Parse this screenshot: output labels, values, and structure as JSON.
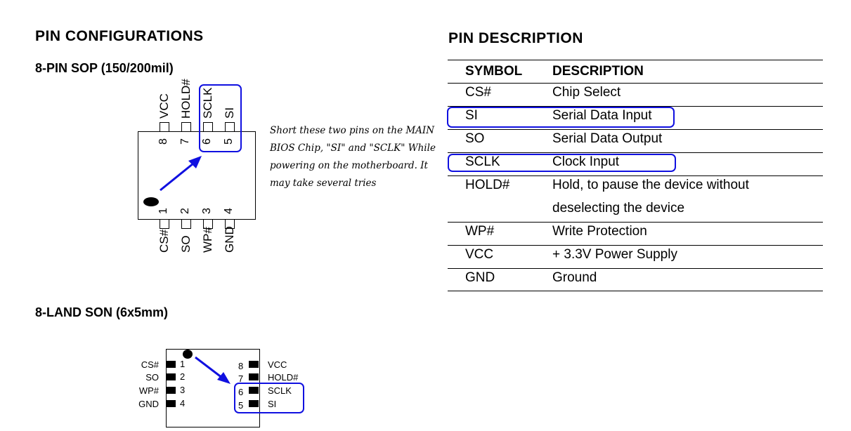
{
  "left": {
    "title": "PIN  CONFIGURATIONS",
    "sop_title": "8-PIN SOP (150/200mil)",
    "son_title": "8-LAND SON (6x5mm)",
    "sop_top_pins": [
      {
        "num": "8",
        "name": "VCC"
      },
      {
        "num": "7",
        "name": "HOLD#"
      },
      {
        "num": "6",
        "name": "SCLK"
      },
      {
        "num": "5",
        "name": "SI"
      }
    ],
    "sop_bottom_pins": [
      {
        "num": "1",
        "name": "CS#"
      },
      {
        "num": "2",
        "name": "SO"
      },
      {
        "num": "3",
        "name": "WP#"
      },
      {
        "num": "4",
        "name": "GND"
      }
    ],
    "note": "Short these two pins on the MAIN BIOS Chip, \"SI\" and \"SCLK\" While powering on the motherboard.  It may take several tries",
    "son_left_pins": [
      {
        "num": "1",
        "name": "CS#"
      },
      {
        "num": "2",
        "name": "SO"
      },
      {
        "num": "3",
        "name": "WP#"
      },
      {
        "num": "4",
        "name": "GND"
      }
    ],
    "son_right_pins": [
      {
        "num": "8",
        "name": "VCC"
      },
      {
        "num": "7",
        "name": "HOLD#"
      },
      {
        "num": "6",
        "name": "SCLK"
      },
      {
        "num": "5",
        "name": "SI"
      }
    ],
    "highlight_color": "#1010e0"
  },
  "right": {
    "title": "PIN  DESCRIPTION",
    "headers": {
      "symbol": "SYMBOL",
      "description": "DESCRIPTION"
    },
    "rows": [
      {
        "symbol": "CS#",
        "description": "Chip Select"
      },
      {
        "symbol": "SI",
        "description": "Serial Data Input"
      },
      {
        "symbol": "SO",
        "description": "Serial Data Output"
      },
      {
        "symbol": "SCLK",
        "description": "Clock Input"
      },
      {
        "symbol": "HOLD#",
        "description": "Hold, to pause the device without",
        "description2": "deselecting the device"
      },
      {
        "symbol": "WP#",
        "description": "Write Protection"
      },
      {
        "symbol": "VCC",
        "description": "+ 3.3V Power Supply"
      },
      {
        "symbol": "GND",
        "description": "Ground"
      }
    ]
  }
}
